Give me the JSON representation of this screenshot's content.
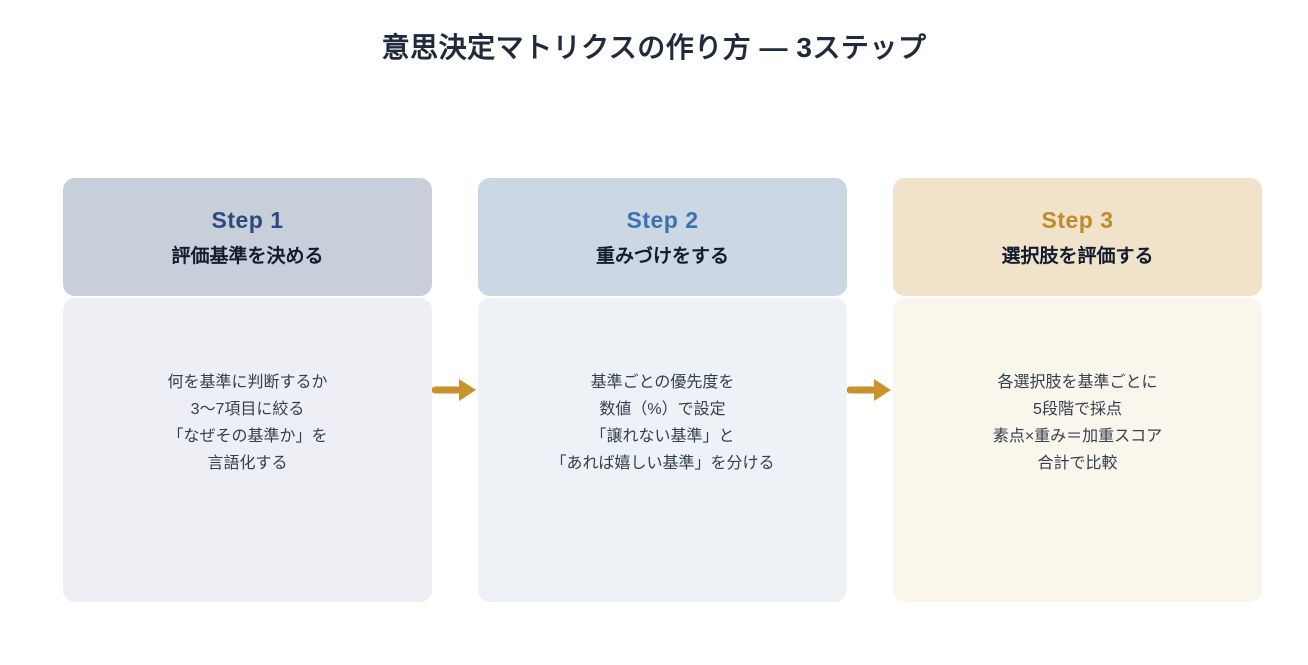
{
  "page": {
    "title": "意思決定マトリクスの作り方 — 3ステップ",
    "background": "#FFFFFF",
    "title_color": "#1F2A3C"
  },
  "arrow": {
    "icon": "right-arrow",
    "color": "#C8932E"
  },
  "text_colors": {
    "step_subtitle": "#111C2F",
    "body_text": "#333E4F"
  },
  "steps": [
    {
      "label": "Step 1",
      "title": "評価基準を決める",
      "lines": [
        "何を基準に判断するか",
        "3〜7項目に絞る",
        "「なぜその基準か」を",
        "言語化する"
      ],
      "colors": {
        "header_bg": "#C9CFDA",
        "label": "#2B4B7E",
        "body_bg": "#EDEFF4"
      }
    },
    {
      "label": "Step 2",
      "title": "重みづけをする",
      "lines": [
        "基準ごとの優先度を",
        "数値（%）で設定",
        "「譲れない基準」と",
        "「あれば嬉しい基準」を分ける"
      ],
      "colors": {
        "header_bg": "#CBD7E3",
        "label": "#3B72AE",
        "body_bg": "#EEF2F7"
      }
    },
    {
      "label": "Step 3",
      "title": "選択肢を評価する",
      "lines": [
        "各選択肢を基準ごとに",
        "5段階で採点",
        "素点×重み＝加重スコア",
        "合計で比較"
      ],
      "colors": {
        "header_bg": "#F0E3C9",
        "label": "#C08A2E",
        "body_bg": "#FAF6EC"
      }
    }
  ]
}
